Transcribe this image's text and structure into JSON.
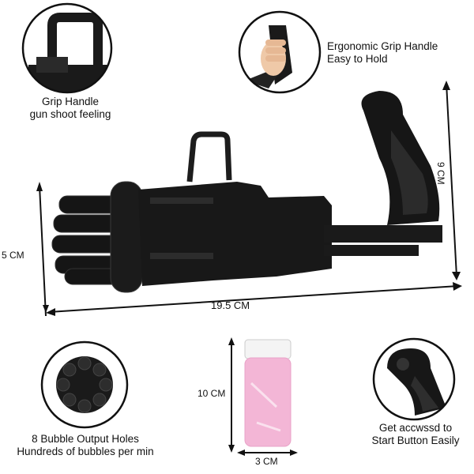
{
  "callouts": {
    "grip_handle": {
      "line1": "Grip Handle",
      "line2": "gun shoot feeling"
    },
    "ergonomic": {
      "line1": "Ergonomic Grip Handle",
      "line2": "Easy to Hold"
    },
    "outputs": {
      "line1": "8 Bubble Output Holes",
      "line2": "Hundreds of bubbles per min"
    },
    "start_button": {
      "line1": "Get accwssd to",
      "line2": "Start Button Easily"
    }
  },
  "dimensions": {
    "height_gun": "5 CM",
    "length_gun": "19.5 CM",
    "height_handle": "9 CM",
    "bottle_height": "10 CM",
    "bottle_width": "3 CM"
  },
  "colors": {
    "gun": "#141414",
    "bottle_liquid": "#f3b6d6",
    "bottle_cap": "#f4f4f4"
  },
  "icons": [
    "grip-handle-closeup",
    "hand-holding-grip",
    "gatling-bubble-gun",
    "barrel-holes-closeup",
    "bubble-solution-bottle",
    "trigger-closeup"
  ]
}
